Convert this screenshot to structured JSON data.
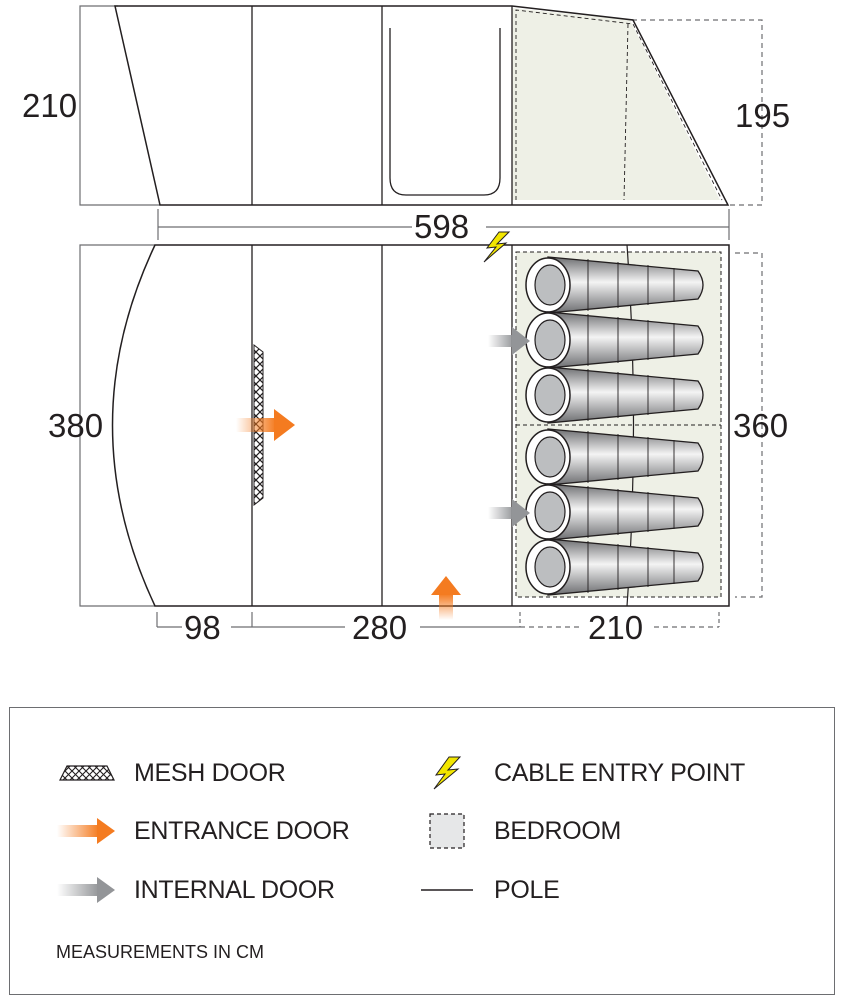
{
  "dimensions": {
    "side_left_height": "210",
    "side_right_height": "195",
    "total_length": "598",
    "floor_left_width": "380",
    "floor_right_width": "360",
    "porch_depth": "98",
    "living_length": "280",
    "bedroom_length": "210"
  },
  "legend": {
    "items": [
      {
        "icon": "mesh-door-icon",
        "label": "MESH DOOR"
      },
      {
        "icon": "entrance-door-icon",
        "label": "ENTRANCE DOOR"
      },
      {
        "icon": "internal-door-icon",
        "label": "INTERNAL DOOR"
      },
      {
        "icon": "cable-entry-icon",
        "label": "CABLE ENTRY POINT"
      },
      {
        "icon": "bedroom-icon",
        "label": "BEDROOM"
      },
      {
        "icon": "pole-icon",
        "label": "POLE"
      }
    ],
    "footnote": "MEASUREMENTS IN CM"
  },
  "colors": {
    "outline": "#231f20",
    "dim_line": "#6d6e71",
    "bedroom_fill": "#eef0e6",
    "entrance_arrow": "#f47b20",
    "internal_arrow": "#939598",
    "cable_bolt": "#f2e600"
  }
}
